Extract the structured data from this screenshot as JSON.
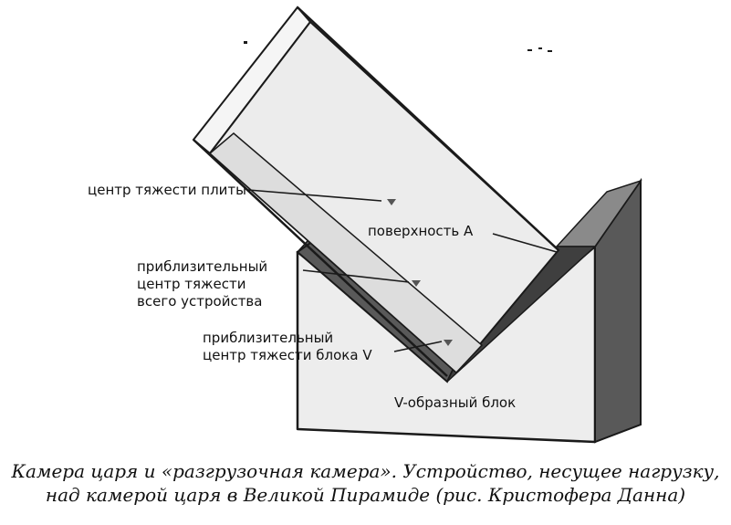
{
  "labels": {
    "slab_center": "центр тяжести плиты",
    "surface_a": "поверхность A",
    "device_center": [
      "приблизительный",
      "центр тяжести",
      "всего устройства"
    ],
    "vblock_center": [
      "приблизительный",
      "центр тяжести блока V"
    ],
    "vblock": "V-образный блок"
  },
  "caption": {
    "line1": "Камера царя и «разгрузочная камера». Устройство, несущее нагрузку,",
    "line2": "над камерой царя в Великой Пирамиде (рис. Кристофера Данна)"
  },
  "colors": {
    "outline": "#1a1a1a",
    "block_front": "#ededed",
    "slab_face": "#eeeeee",
    "dark_side": "#555555",
    "marker": "#555555"
  }
}
